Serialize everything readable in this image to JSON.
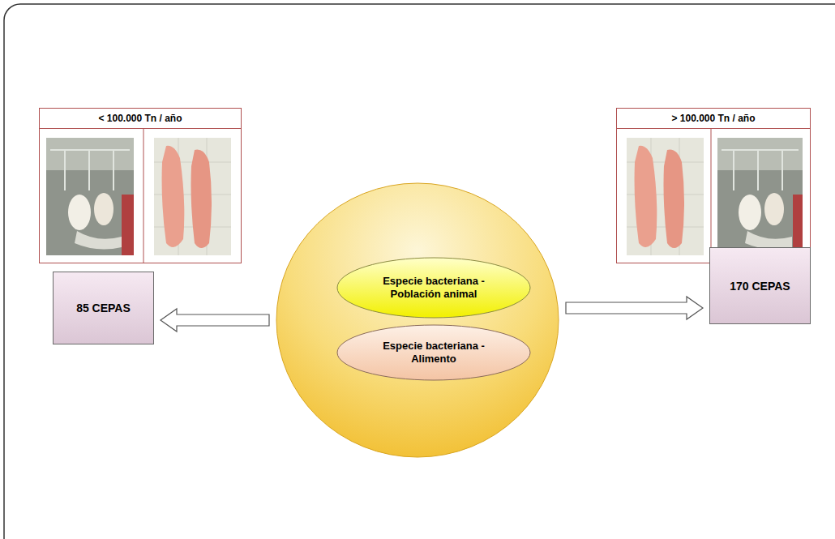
{
  "diagram": {
    "nodes": [
      {
        "text": [
          "< 100.000 Tn / año"
        ]
      },
      {
        "text": [
          "> 100.000 Tn / año"
        ]
      },
      {
        "text": [
          "85 CEPAS"
        ]
      },
      {
        "text": []
      },
      {
        "text": [
          "Especie bacteriana - Población animal"
        ],
        "in": 3
      },
      {
        "text": [
          "Especie bacteriana - Alimento"
        ],
        "in": 3
      },
      {
        "text": [
          "170 CEPAS"
        ]
      }
    ],
    "edges": [
      {
        "from": 3,
        "to": 2,
        "arrow": "to"
      },
      {
        "from": 3,
        "to": 6,
        "arrow": "to"
      }
    ]
  }
}
